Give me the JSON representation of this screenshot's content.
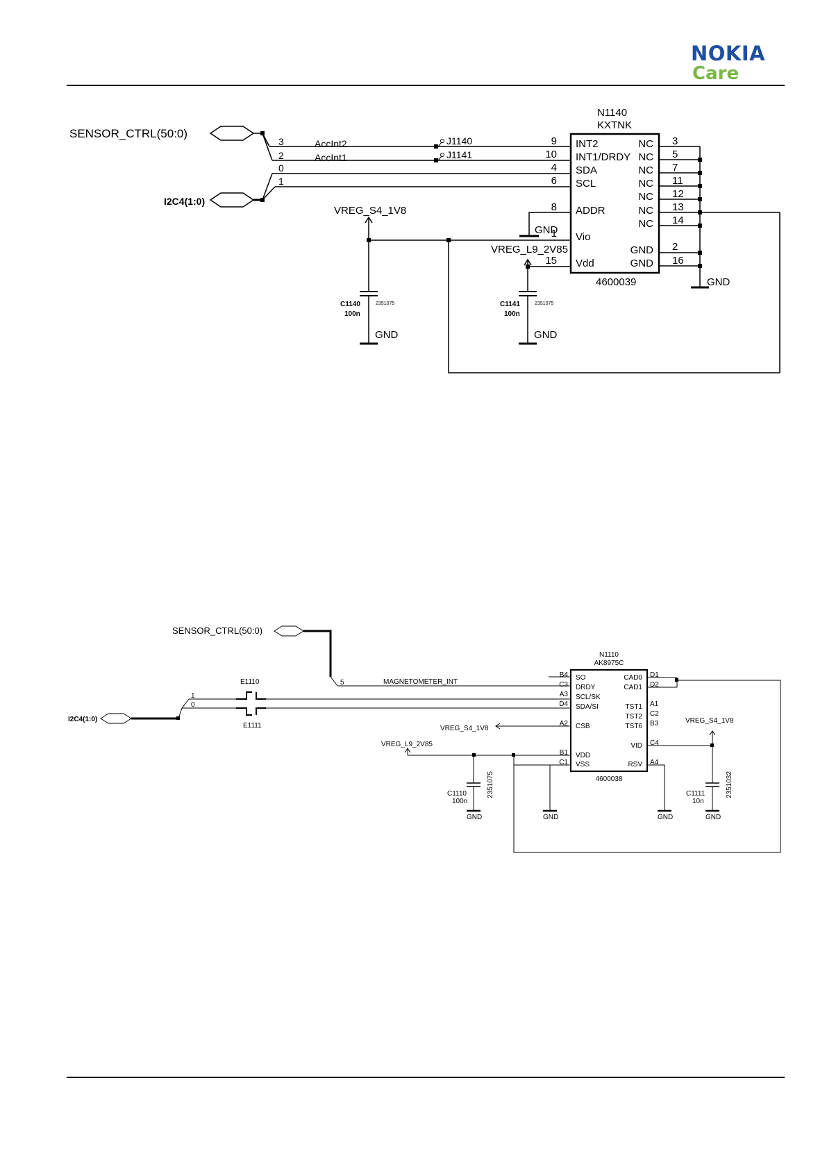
{
  "header": {
    "brand": "NOKIA",
    "sub_brand": "Care",
    "brand_color": "#1f4fa0",
    "sub_brand_color": "#7ab648"
  },
  "schematic1": {
    "ref": "N1140",
    "part": "KXTNK",
    "code": "4600039",
    "bus_sensor": "SENSOR_CTRL(50:0)",
    "bus_i2c": "I2C4(1:0)",
    "net_accint2": "AccInt2",
    "net_accint1": "AccInt1",
    "jumper_a": "J1140",
    "jumper_b": "J1141",
    "bus_idx": [
      "3",
      "2",
      "0",
      "1"
    ],
    "left_pins": [
      {
        "num": "9",
        "name": "INT2"
      },
      {
        "num": "10",
        "name": "INT1/DRDY"
      },
      {
        "num": "4",
        "name": "SDA"
      },
      {
        "num": "6",
        "name": "SCL"
      },
      {
        "num": "8",
        "name": "ADDR"
      },
      {
        "num": "1",
        "name": "Vio"
      },
      {
        "num": "15",
        "name": "Vdd"
      }
    ],
    "right_pins": [
      {
        "num": "3",
        "name": "NC"
      },
      {
        "num": "5",
        "name": "NC"
      },
      {
        "num": "7",
        "name": "NC"
      },
      {
        "num": "11",
        "name": "NC"
      },
      {
        "num": "12",
        "name": "NC"
      },
      {
        "num": "13",
        "name": "NC"
      },
      {
        "num": "14",
        "name": "NC"
      },
      {
        "num": "2",
        "name": "GND"
      },
      {
        "num": "16",
        "name": "GND"
      }
    ],
    "vreg_vio": "VREG_S4_1V8",
    "vreg_vdd": "VREG_L9_2V85",
    "gnd": "GND",
    "c1140": {
      "ref": "C1140",
      "value": "100n",
      "code": "2351075"
    },
    "c1141": {
      "ref": "C1141",
      "value": "100n",
      "code": "2351075"
    }
  },
  "schematic2": {
    "ref": "N1110",
    "part": "AK8975C",
    "code": "4600038",
    "bus_sensor": "SENSOR_CTRL(50:0)",
    "bus_i2c": "I2C4(1:0)",
    "bus_idx_sensor": "5",
    "bus_idx_i2c": [
      "1",
      "0"
    ],
    "net_int": "MAGNETOMETER_INT",
    "e1110": "E1110",
    "e1111": "E1111",
    "left_pins": [
      {
        "num": "B4",
        "name": "SO"
      },
      {
        "num": "C3",
        "name": "DRDY"
      },
      {
        "num": "A3",
        "name": "SCL/SK"
      },
      {
        "num": "D4",
        "name": "SDA/SI"
      },
      {
        "num": "A2",
        "name": "CSB"
      },
      {
        "num": "B1",
        "name": "VDD"
      },
      {
        "num": "C1",
        "name": "VSS"
      }
    ],
    "right_pins": [
      {
        "num": "D1",
        "name": "CAD0"
      },
      {
        "num": "D2",
        "name": "CAD1"
      },
      {
        "num": "A1",
        "name": "TST1"
      },
      {
        "num": "C2",
        "name": "TST2"
      },
      {
        "num": "B3",
        "name": "TST6"
      },
      {
        "num": "C4",
        "name": "VID"
      },
      {
        "num": "A4",
        "name": "RSV"
      }
    ],
    "vreg_csb": "VREG_S4_1V8",
    "vreg_vdd": "VREG_L9_2V85",
    "vreg_vid": "VREG_S4_1V8",
    "gnd": "GND",
    "c1110": {
      "ref": "C1110",
      "value": "100n",
      "code": "2351075"
    },
    "c1111": {
      "ref": "C1111",
      "value": "10n",
      "code": "2351032"
    }
  }
}
